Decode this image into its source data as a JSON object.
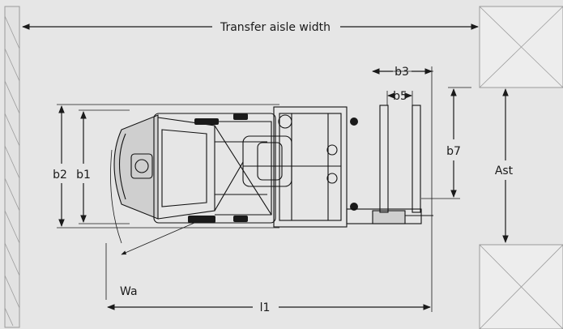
{
  "labels": {
    "transfer_aisle_width": "Transfer aisle width",
    "b3": "b3",
    "b5": "b5",
    "b7": "b7",
    "ast": "Ast",
    "b2": "b2",
    "b1": "b1",
    "wa": "Wa",
    "l1": "l1"
  },
  "colors": {
    "background": "#e6e6e6",
    "line": "#1a1a1a",
    "pallet": "#ededed"
  }
}
